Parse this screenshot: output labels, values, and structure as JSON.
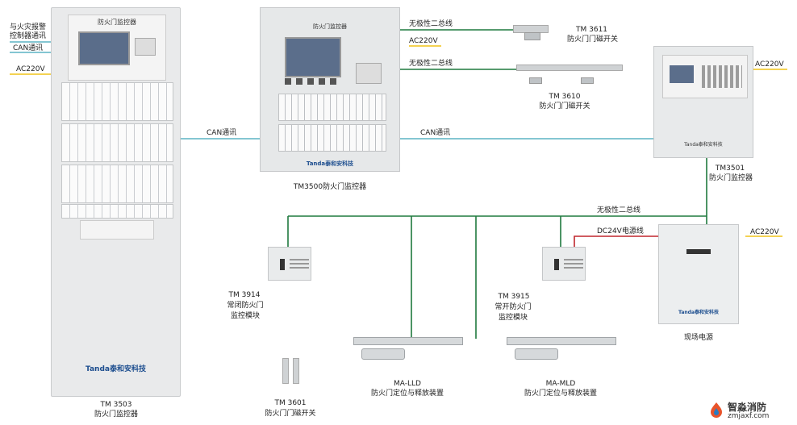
{
  "colors": {
    "can": "#5bb3c4",
    "bus": "#1f7a3e",
    "power": "#c0272d",
    "ac_underline": "#f0c419"
  },
  "left_labels": {
    "fire_alarm_line1": "与火灾报警",
    "fire_alarm_line2": "控制器通讯",
    "can": "CAN通讯",
    "ac": "AC220V"
  },
  "devices": {
    "cabinet": {
      "name": "TM 3503",
      "desc": "防火门监控器",
      "panel_title": "防火门监控器",
      "brand": "Tanda泰和安科技"
    },
    "panel": {
      "name": "TM3500防火门监控器",
      "panel_title": "防火门监控器",
      "brand": "Tanda泰和安科技"
    },
    "controller": {
      "name": "TM3501",
      "desc": "防火门监控器",
      "brand": "Tanda泰和安科技"
    },
    "tm3611": {
      "name": "TM 3611",
      "desc": "防火门门磁开关"
    },
    "tm3610": {
      "name": "TM 3610",
      "desc": "防火门门磁开关"
    },
    "tm3914": {
      "name": "TM 3914",
      "desc1": "常闭防火门",
      "desc2": "监控模块"
    },
    "tm3915": {
      "name": "TM 3915",
      "desc1": "常开防火门",
      "desc2": "监控模块"
    },
    "tm3601": {
      "name": "TM 3601",
      "desc": "防火门门磁开关"
    },
    "mald": {
      "name": "MA-LLD",
      "desc": "防火门定位与释放装置"
    },
    "mamld": {
      "name": "MA-MLD",
      "desc": "防火门定位与释放装置"
    },
    "psu": {
      "name": "现场电源",
      "brand": "Tanda泰和安科技"
    }
  },
  "wires": {
    "bus_top1": "无极性二总线",
    "ac_panel": "AC220V",
    "bus_top2": "无极性二总线",
    "can_left": "CAN通讯",
    "can_right": "CAN通讯",
    "ac_right": "AC220V",
    "bus_mid": "无极性二总线",
    "dc24": "DC24V电源线",
    "ac_psu": "AC220V"
  },
  "watermark": {
    "name": "智淼消防",
    "url": "zmjaxf.com"
  }
}
